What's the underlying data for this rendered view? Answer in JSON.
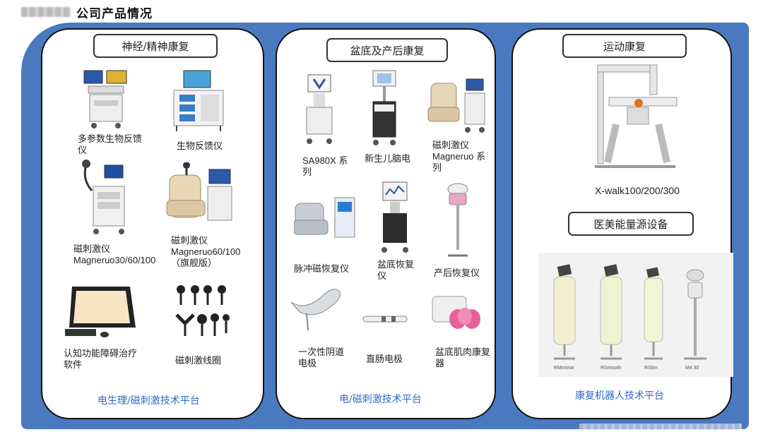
{
  "header": {
    "title": "公司产品情况"
  },
  "panels": [
    {
      "title": "神经/精神康复",
      "items": [
        {
          "caption": "多参数生物反馈仪",
          "icon": "biofeedback-cart-icon"
        },
        {
          "caption": "生物反馈仪",
          "icon": "biofeedback-desk-icon"
        },
        {
          "caption": "磁刺激仪 Magneruo30/60/100",
          "icon": "magnetic-stimulator-cart-icon"
        },
        {
          "caption": "磁刺激仪 Magneruo60/100（旗舰版）",
          "icon": "magnetic-chair-icon"
        },
        {
          "caption": "认知功能障碍治疗软件",
          "icon": "computer-monitor-icon"
        },
        {
          "caption": "磁刺激线圈",
          "icon": "coils-icon"
        }
      ],
      "footer": "电生理/磁刺激技术平台"
    },
    {
      "title": "盆底及产后康复",
      "items": [
        {
          "caption": "SA980X 系列",
          "icon": "sa980x-cart-icon"
        },
        {
          "caption": "新生儿脑电",
          "icon": "neonatal-eeg-icon"
        },
        {
          "caption": "磁刺激仪 Magneruo 系列",
          "icon": "magnetic-chair-small-icon"
        },
        {
          "caption": "脉冲磁恢复仪",
          "icon": "pulse-magnetic-icon"
        },
        {
          "caption": "盆底恢复仪",
          "icon": "pelvic-cart-icon"
        },
        {
          "caption": "产后恢复仪",
          "icon": "postpartum-stand-icon"
        },
        {
          "caption": "一次性阴道电极",
          "icon": "probe-icon"
        },
        {
          "caption": "直肠电极",
          "icon": "rectal-electrode-icon"
        },
        {
          "caption": "盆底肌肉康复器",
          "icon": "muscle-trainer-icon"
        }
      ],
      "footer": "电/磁刺激技术平台"
    },
    {
      "title": "运动康复",
      "items": [
        {
          "caption": "X-walk100/200/300",
          "icon": "xwalk-robot-icon"
        }
      ],
      "subtitle": "医美能量源设备",
      "devices": [
        "RMmima",
        "RSmooth",
        "RSlim",
        "M4 30"
      ],
      "footer": "康复机器人技术平台"
    }
  ]
}
